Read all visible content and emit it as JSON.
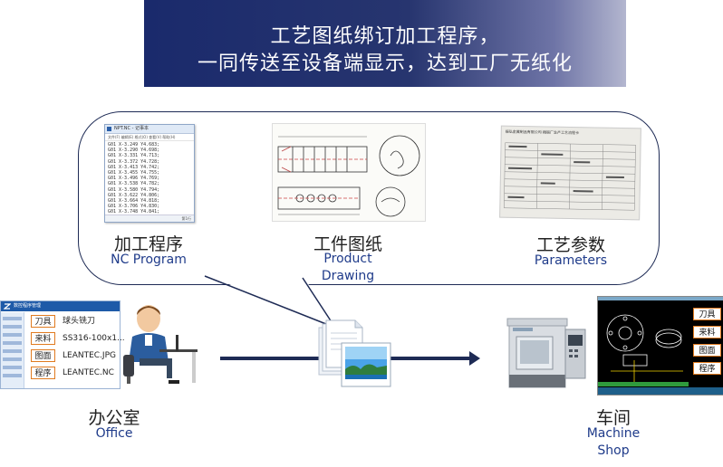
{
  "banner": {
    "line1": "工艺图纸绑订加工程序，",
    "line2": "一同传送至设备端显示，达到工厂无纸化"
  },
  "items": {
    "nc": {
      "zh": "加工程序",
      "en": "NC Program"
    },
    "drawing": {
      "zh": "工件图纸",
      "en_line1": "Product",
      "en_line2": "Drawing"
    },
    "params": {
      "zh": "工艺参数",
      "en": "Parameters"
    }
  },
  "nc_window": {
    "title": "NPT.NC - 记事本",
    "menu": "文件(F) 编辑(E) 格式(O) 查看(V) 帮助(H)",
    "lines": [
      "G01 X-3.249 Y4.683;",
      "G01 X-3.290 Y4.698;",
      "G01 X-3.331 Y4.713;",
      "G01 X-3.372 Y4.728;",
      "G01 X-3.413 Y4.742;",
      "G01 X-3.455 Y4.755;",
      "G01 X-3.496 Y4.769;",
      "G01 X-3.538 Y4.782;",
      "G01 X-3.580 Y4.794;",
      "G01 X-3.622 Y4.806;",
      "G01 X-3.664 Y4.818;",
      "G01 X-3.706 Y4.830;",
      "G01 X-3.748 Y4.841;"
    ],
    "status": "第1行"
  },
  "params_sheet": {
    "heading": "振弘金属制品有限公司 精锻厂生产工艺流程卡"
  },
  "office": {
    "zh": "办公室",
    "en": "Office",
    "app_title": "数控程序管理",
    "rows": [
      {
        "tag": "刀具",
        "value": "球头铣刀"
      },
      {
        "tag": "来料",
        "value": "SS316-100x1..."
      },
      {
        "tag": "图面",
        "value": "LEANTEC.JPG"
      },
      {
        "tag": "程序",
        "value": "LEANTEC.NC"
      }
    ]
  },
  "shop": {
    "zh": "车间",
    "en_line1": "Machine",
    "en_line2": "Shop",
    "buttons": [
      "刀具",
      "来料",
      "图面",
      "程序"
    ]
  },
  "colors": {
    "banner_dark": "#1a2a6c",
    "outline": "#1e2b55",
    "english_text": "#1f3b8a",
    "tag_border": "#e07b20"
  },
  "icons": [
    "document-stack-icon",
    "landscape-image-icon",
    "office-worker-icon",
    "cnc-machine-icon"
  ]
}
